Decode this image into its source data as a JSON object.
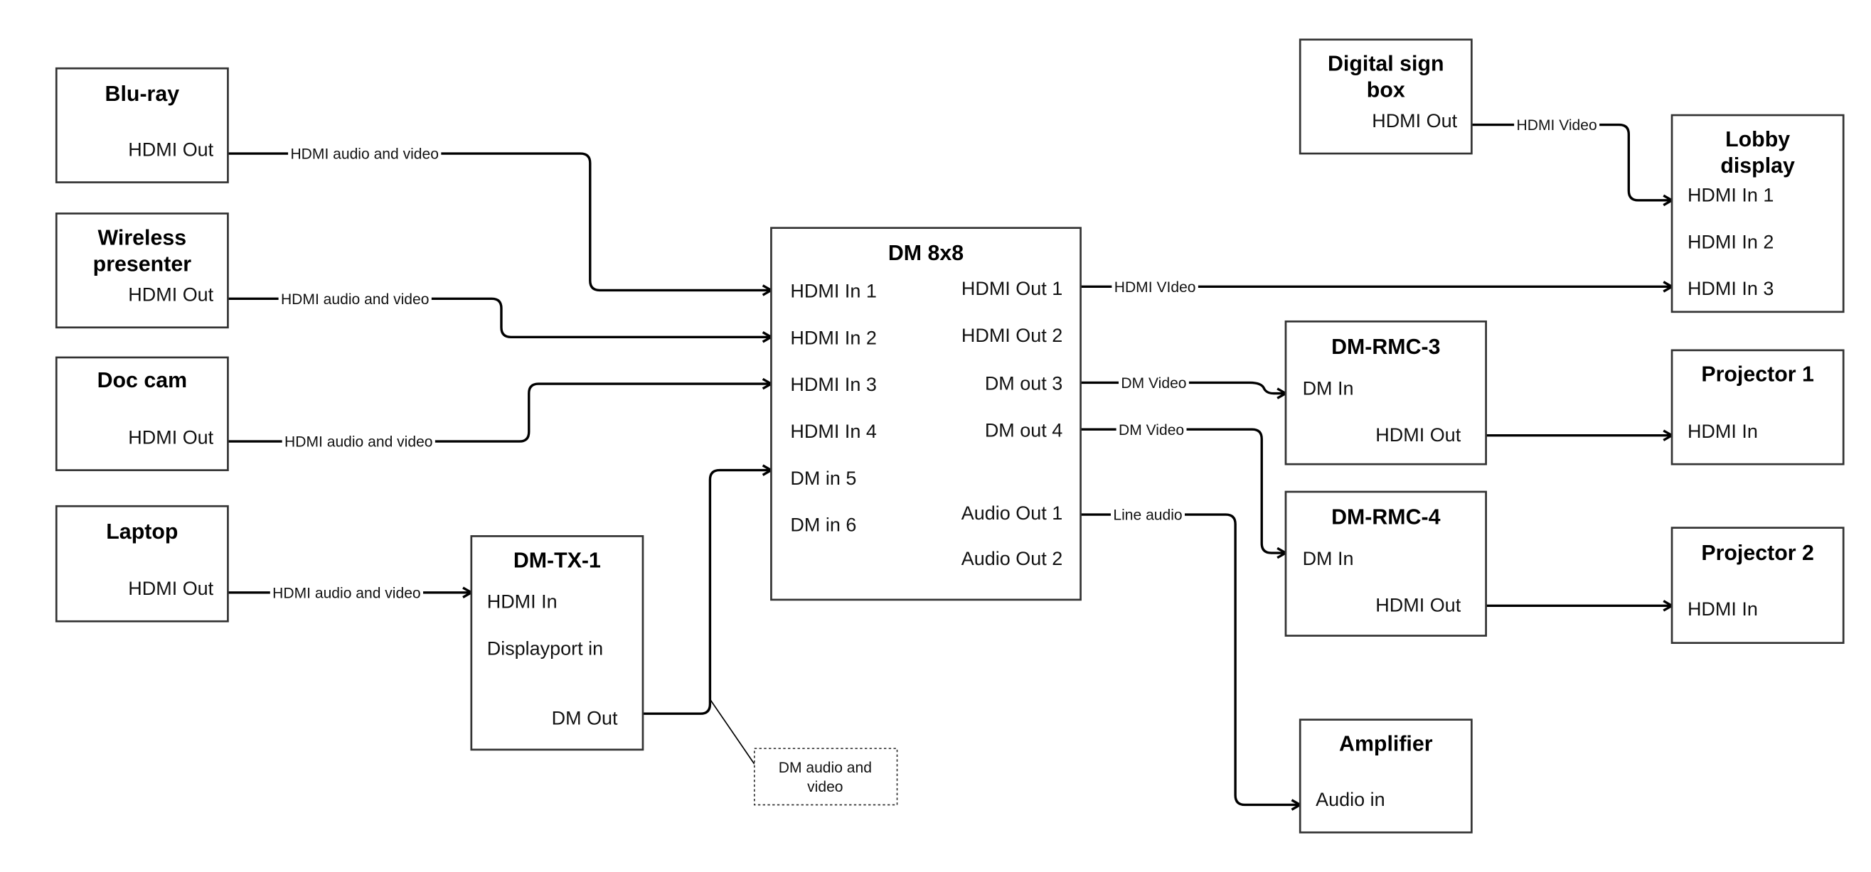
{
  "nodes": {
    "bluray": {
      "title": [
        "Blu-ray"
      ],
      "ports": [
        "HDMI Out"
      ]
    },
    "wireless": {
      "title": [
        "Wireless",
        "presenter"
      ],
      "ports": [
        "HDMI Out"
      ]
    },
    "doccam": {
      "title": [
        "Doc cam"
      ],
      "ports": [
        "HDMI Out"
      ]
    },
    "laptop": {
      "title": [
        "Laptop"
      ],
      "ports": [
        "HDMI Out"
      ]
    },
    "dmtx1": {
      "title": [
        "DM-TX-1"
      ],
      "ports": [
        "HDMI In",
        "Displayport in",
        "DM Out"
      ]
    },
    "dm8x8": {
      "title": [
        "DM 8x8"
      ],
      "ports": [
        "HDMI In 1",
        "HDMI In 2",
        "HDMI In 3",
        "HDMI In 4",
        "DM in 5",
        "DM in 6",
        "HDMI Out 1",
        "HDMI Out 2",
        "DM out 3",
        "DM out 4",
        "Audio Out 1",
        "Audio Out 2"
      ]
    },
    "signbox": {
      "title": [
        "Digital sign",
        "box"
      ],
      "ports": [
        "HDMI Out"
      ]
    },
    "lobby": {
      "title": [
        "Lobby",
        "display"
      ],
      "ports": [
        "HDMI In 1",
        "HDMI In 2",
        "HDMI In 3"
      ]
    },
    "rmc3": {
      "title": [
        "DM-RMC-3"
      ],
      "ports": [
        "DM In",
        "HDMI Out"
      ]
    },
    "rmc4": {
      "title": [
        "DM-RMC-4"
      ],
      "ports": [
        "DM In",
        "HDMI Out"
      ]
    },
    "proj1": {
      "title": [
        "Projector 1"
      ],
      "ports": [
        "HDMI In"
      ]
    },
    "proj2": {
      "title": [
        "Projector 2"
      ],
      "ports": [
        "HDMI In"
      ]
    },
    "amp": {
      "title": [
        "Amplifier"
      ],
      "ports": [
        "Audio in"
      ]
    }
  },
  "edges": [
    {
      "from": "Blu-ray HDMI Out",
      "to": "DM 8x8 HDMI In 1",
      "label": "HDMI audio and video"
    },
    {
      "from": "Wireless presenter HDMI Out",
      "to": "DM 8x8 HDMI In 2",
      "label": "HDMI audio and video"
    },
    {
      "from": "Doc cam HDMI Out",
      "to": "DM 8x8 HDMI In 3",
      "label": "HDMI audio and video"
    },
    {
      "from": "Laptop HDMI Out",
      "to": "DM-TX-1 HDMI In",
      "label": "HDMI audio and video"
    },
    {
      "from": "DM-TX-1 DM Out",
      "to": "DM 8x8 DM in 5",
      "label": ""
    },
    {
      "from": "DM 8x8 HDMI Out 1",
      "to": "Lobby display HDMI In 3",
      "label": "HDMI VIdeo"
    },
    {
      "from": "Digital sign box HDMI Out",
      "to": "Lobby display HDMI In 1",
      "label": "HDMI Video"
    },
    {
      "from": "DM 8x8 DM out 3",
      "to": "DM-RMC-3 DM In",
      "label": "DM Video"
    },
    {
      "from": "DM 8x8 DM out 4",
      "to": "DM-RMC-4 DM In",
      "label": "DM Video"
    },
    {
      "from": "DM 8x8 Audio Out 1",
      "to": "Amplifier Audio in",
      "label": "Line audio"
    },
    {
      "from": "DM-RMC-3 HDMI Out",
      "to": "Projector 1 HDMI In",
      "label": ""
    },
    {
      "from": "DM-RMC-4 HDMI Out",
      "to": "Projector 2 HDMI In",
      "label": ""
    }
  ],
  "note": {
    "lines": [
      "DM audio and",
      "video"
    ]
  },
  "colors": {
    "stroke": "#000000",
    "box_border": "#333333",
    "background": "#ffffff"
  }
}
